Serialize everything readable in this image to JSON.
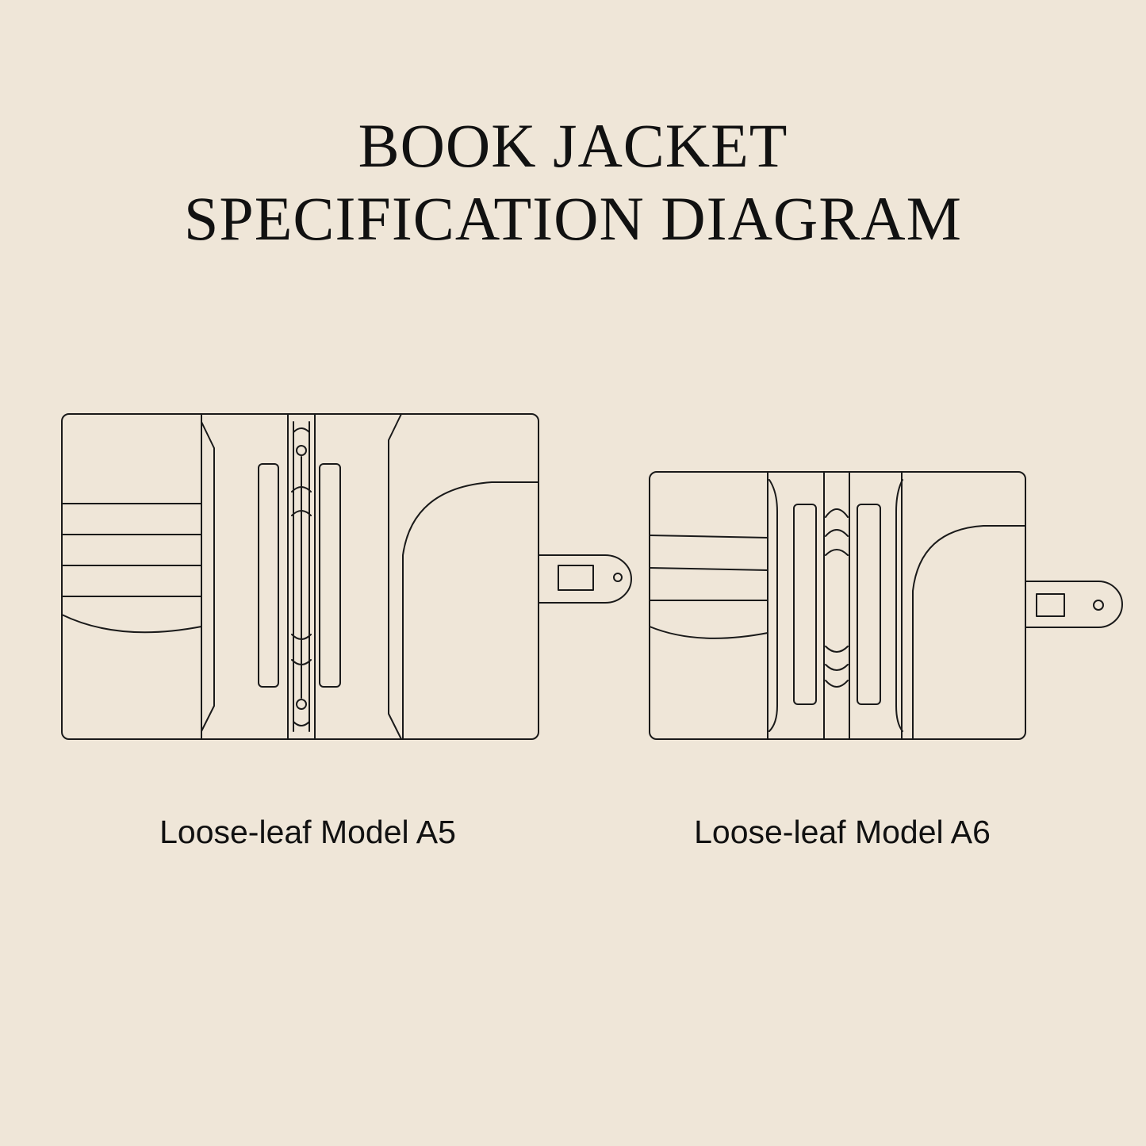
{
  "title": {
    "line1": "BOOK JACKET",
    "line2": "SPECIFICATION DIAGRAM"
  },
  "models": [
    {
      "label": "Loose-leaf Model A5"
    },
    {
      "label": "Loose-leaf Model A6"
    }
  ],
  "colors": {
    "background": "#efe6d8",
    "ink": "#111111"
  }
}
